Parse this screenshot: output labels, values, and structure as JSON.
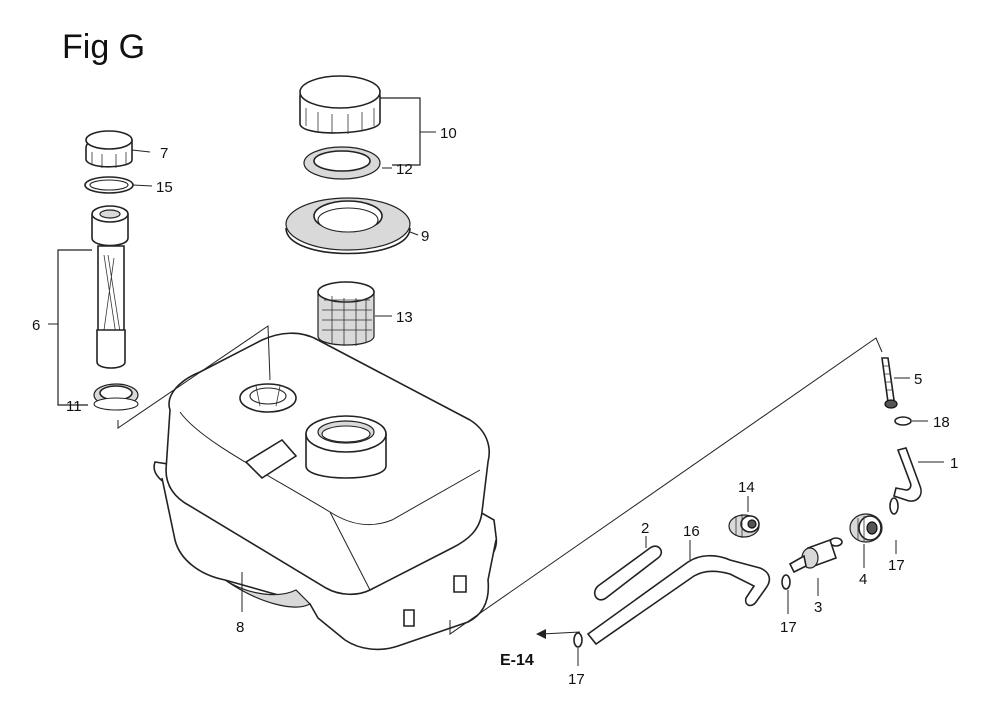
{
  "figure": {
    "title": "Fig G"
  },
  "callouts": {
    "c1": "1",
    "c2": "2",
    "c3": "3",
    "c4": "4",
    "c5": "5",
    "c6": "6",
    "c7": "7",
    "c8": "8",
    "c9": "9",
    "c10": "10",
    "c11": "11",
    "c12": "12",
    "c13": "13",
    "c14": "14",
    "c15": "15",
    "c16": "16",
    "c17a": "17",
    "c17b": "17",
    "c17c": "17",
    "c18": "18"
  },
  "reference": {
    "label": "E-14"
  },
  "colors": {
    "line": "#222222",
    "background": "#ffffff",
    "shading": "#d9d9d9"
  }
}
